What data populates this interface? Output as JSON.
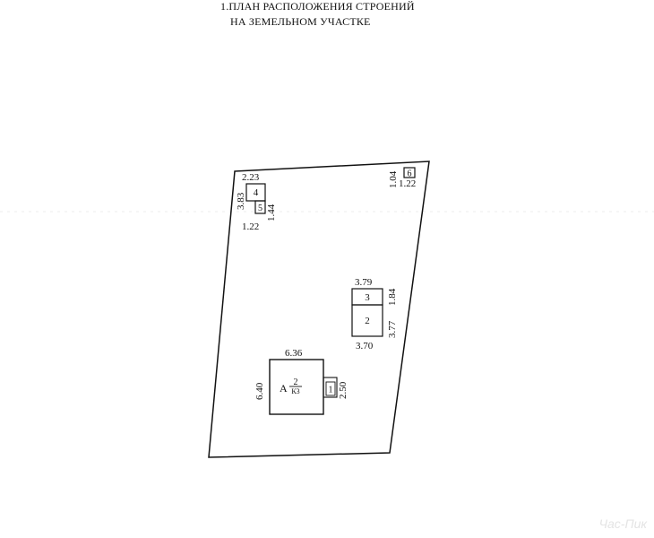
{
  "title": {
    "line1": "1.ПЛАН РАСПОЛОЖЕНИЯ СТРОЕНИЙ",
    "line2": "НА ЗЕМЕЛЬНОМ УЧАСТКЕ"
  },
  "buildings": {
    "b4": {
      "label": "4",
      "width": "2.23",
      "height": "3.83"
    },
    "b5": {
      "label": "5",
      "height": "1.44",
      "width": "1.22"
    },
    "b6": {
      "label": "6",
      "height": "1.04",
      "width": "1.22"
    },
    "b3": {
      "label": "3",
      "width": "3.79",
      "height": "1.84"
    },
    "b2": {
      "label": "2",
      "height": "3.77",
      "bottom_width": "3.70"
    },
    "main": {
      "label_letter": "А",
      "label_floors": "2",
      "label_material": "К3",
      "width": "6.36",
      "height": "6.40",
      "porch_label": "1",
      "porch_height": "2.50"
    }
  },
  "watermark": "Час-Пик"
}
